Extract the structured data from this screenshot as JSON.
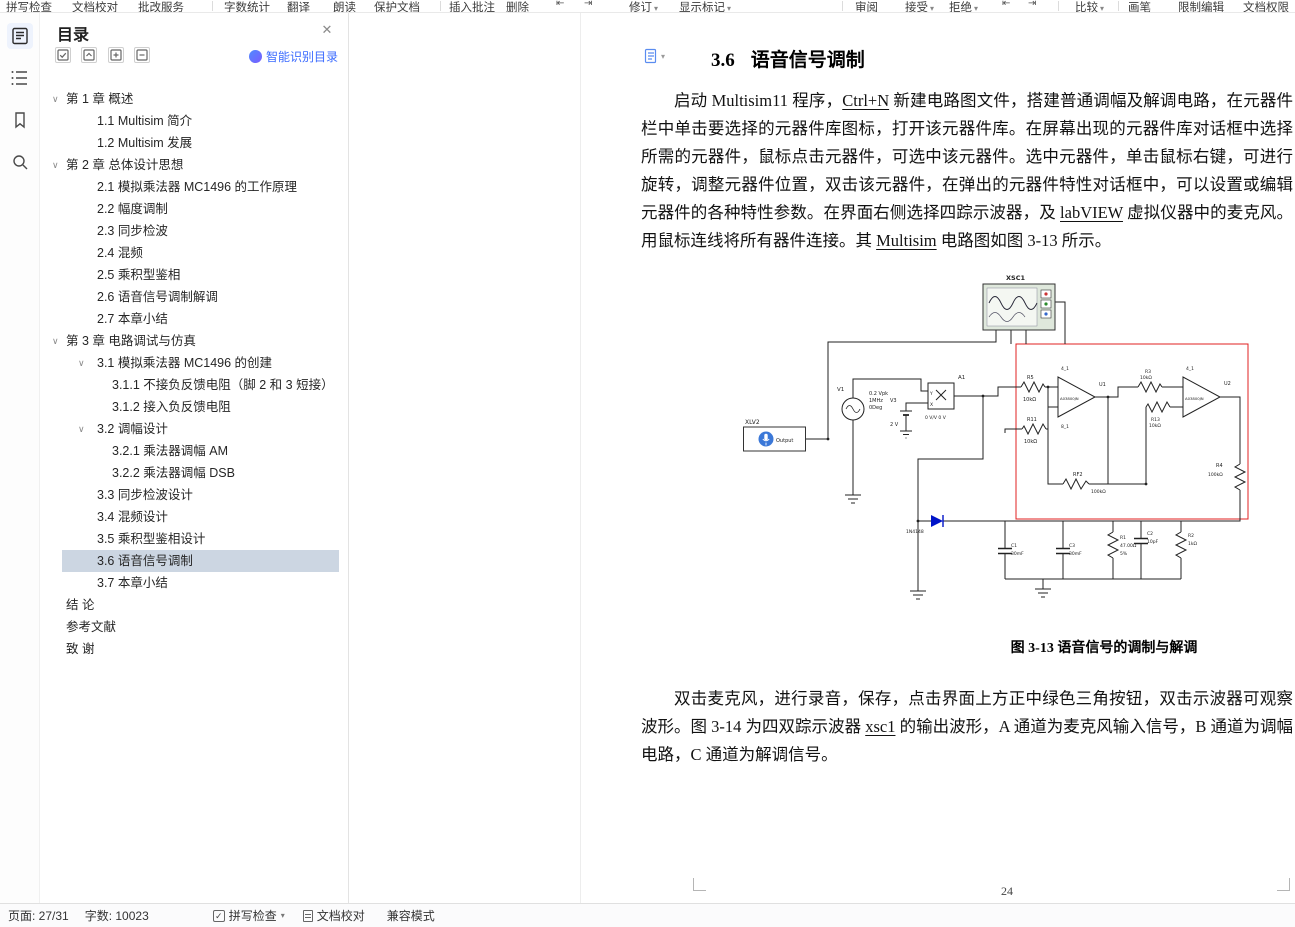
{
  "colors": {
    "toc_selected_bg": "#ccd6e2",
    "link_blue": "#3b6bff",
    "selection_red": "#e02020",
    "component_blue": "#0014c8",
    "component_red": "#cc0000"
  },
  "ribbon": {
    "items": [
      "拼写检查",
      "文档校对",
      "批改服务",
      "字数统计",
      "翻译",
      "朗读",
      "保护文档",
      "插入批注",
      "删除",
      "修订",
      "显示标记",
      "审阅",
      "接受",
      "拒绝",
      "比较",
      "画笔",
      "限制编辑",
      "文档权限"
    ]
  },
  "toc": {
    "title": "目录",
    "smart": "智能识别目录",
    "items": [
      {
        "label": "第 1 章  概述"
      },
      {
        "label": "1.1 Multisim 简介"
      },
      {
        "label": "1.2 Multisim 发展"
      },
      {
        "label": "第 2 章  总体设计思想"
      },
      {
        "label": "2.1  模拟乘法器 MC1496 的工作原理"
      },
      {
        "label": "2.2  幅度调制"
      },
      {
        "label": "2.3  同步检波"
      },
      {
        "label": "2.4  混频"
      },
      {
        "label": "2.5  乘积型鉴相"
      },
      {
        "label": "2.6  语音信号调制解调"
      },
      {
        "label": "2.7  本章小结"
      },
      {
        "label": "第 3 章  电路调试与仿真"
      },
      {
        "label": "3.1  模拟乘法器 MC1496 的创建"
      },
      {
        "label": "3.1.1  不接负反馈电阻（脚 2 和 3 短接）"
      },
      {
        "label": "3.1.2  接入负反馈电阻"
      },
      {
        "label": "3.2  调幅设计"
      },
      {
        "label": "3.2.1  乘法器调幅 AM"
      },
      {
        "label": "3.2.2  乘法器调幅 DSB"
      },
      {
        "label": "3.3  同步检波设计"
      },
      {
        "label": "3.4  混频设计"
      },
      {
        "label": "3.5  乘积型鉴相设计"
      },
      {
        "label": "3.6  语音信号调制"
      },
      {
        "label": "3.7  本章小结"
      },
      {
        "label": "结 论"
      },
      {
        "label": "参考文献"
      },
      {
        "label": "致 谢"
      }
    ]
  },
  "document": {
    "heading": {
      "number": "3.6",
      "title": "语音信号调制"
    },
    "paragraph1": {
      "segments": [
        {
          "t": "启动 Multisim11 程序，"
        },
        {
          "t": "Ctrl+N"
        },
        {
          "t": " 新建电路图文件，搭建普通调幅及解调电路，在元器件栏中单击要选择的元器件库图标，打开该元器件库。在屏幕出现的元器件库对话框中选择所需的元器件，鼠标点击元器件，可选中该元器件。选中元器件，单击鼠标右键，可进行旋转，调整元器件位置，双击该元器件，在弹出的元器件特性对话框中，可以设置或编辑元器件的各种特性参数。在界面右侧选择四踪示波器，及 "
        },
        {
          "t": "labVIEW"
        },
        {
          "t": " 虚拟仪器中的麦克风。用鼠标连线将所有器件连接。其 "
        },
        {
          "t": "Multisim"
        },
        {
          "t": " 电路图如图 3-13 所示。"
        }
      ]
    },
    "figure": {
      "caption": "图 3-13 语音信号的调制与解调",
      "labels": [
        "XSC1",
        "V1",
        "0.2 Vpk",
        "1MHz",
        "0Deg",
        "A1",
        "Y",
        "X",
        "0 V/V 0 V",
        "V3",
        "2 V",
        "XLV2",
        "Output",
        "R5",
        "10kΩ",
        "R11",
        "10kΩ",
        "4_1",
        "8_1",
        "U1",
        "A03800JN",
        "R3",
        "10kΩ",
        "R13",
        "10kΩ",
        "4_1",
        "U2",
        "A03800JN",
        "R4",
        "100kΩ",
        "RF2",
        "100kΩ",
        "1N4148",
        "C1",
        "30mF",
        "C3",
        "30mF",
        "R1",
        "47.00Ω",
        "5%",
        "C2",
        "10pF",
        "R2",
        "1kΩ"
      ]
    },
    "paragraph2": {
      "segments": [
        {
          "t": "双击麦克风，进行录音，保存，点击界面上方正中绿色三角按钮，双击示波器可观察波形。图 3-14 为四双踪示波器 "
        },
        {
          "t": "xsc1"
        },
        {
          "t": " 的输出波形，A 通道为麦克风输入信号，B 通道为调幅电路，C 通道为解调信号。"
        }
      ]
    },
    "page_number": "24"
  },
  "status": {
    "page": "页面: 27/31",
    "words": "字数: 10023",
    "spell": "拼写检查",
    "proof": "文档校对",
    "mode": "兼容模式"
  }
}
